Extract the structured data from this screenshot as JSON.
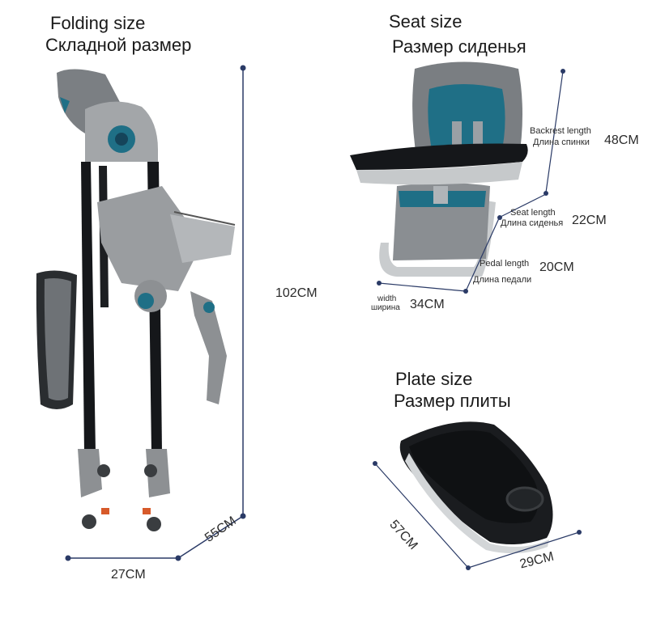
{
  "folding": {
    "title_en": "Folding size",
    "title_ru": "Складной размер",
    "height": "102CM",
    "width": "27CM",
    "depth": "55CM"
  },
  "seat": {
    "title_en": "Seat size",
    "title_ru": "Размер сиденья",
    "backrest_en": "Backrest length",
    "backrest_ru": "Длина спинки",
    "backrest_value": "48CM",
    "seat_en": "Seat length",
    "seat_ru": "Длина сиденья",
    "seat_value": "22CM",
    "pedal_en": "Pedal length",
    "pedal_ru": "Длина педали",
    "pedal_value": "20CM",
    "width_en": "width",
    "width_ru": "ширина",
    "width_value": "34CM"
  },
  "plate": {
    "title_en": "Plate size",
    "title_ru": "Размер плиты",
    "length": "57CM",
    "width": "29CM"
  },
  "colors": {
    "frame_gray": "#8d9093",
    "frame_black": "#15171a",
    "accent_teal": "#1f6f86",
    "dim_line": "#2a3a66"
  }
}
